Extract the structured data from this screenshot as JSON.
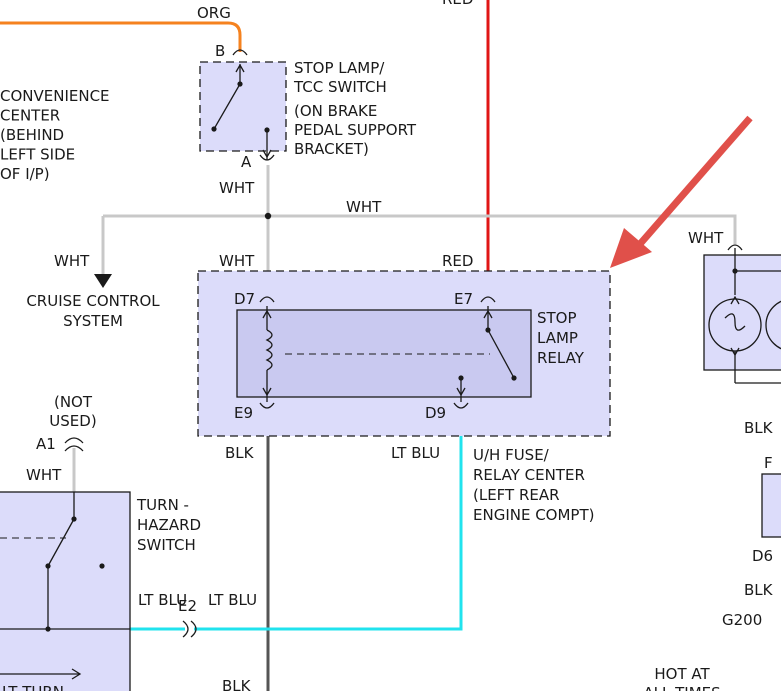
{
  "colors": {
    "org": "#f5821f",
    "red": "#e01616",
    "wht": "#c8c8c8",
    "ltblu": "#21e3ee",
    "blk": "#555555",
    "arrow": "#e0504a",
    "component_fill": "#dcdcfa"
  },
  "wires": {
    "org": "ORG",
    "red_top": "RED",
    "wht_switch": "WHT",
    "wht_right": "WHT",
    "wht_cruise": "WHT",
    "wht_relay": "WHT",
    "red_relay": "RED",
    "blk_relay": "BLK",
    "ltblu_relay": "LT BLU",
    "wht_a1": "WHT",
    "ltblu_left": "LT BLU",
    "ltblu_right": "LT BLU",
    "blk_bottom": "BLK",
    "wht_far_right": "WHT",
    "blk_far_right_1": "BLK",
    "blk_far_right_2": "BLK"
  },
  "components": {
    "convenience_center": [
      "CONVENIENCE",
      "CENTER",
      "(BEHIND",
      "LEFT SIDE",
      "OF I/P)"
    ],
    "stop_lamp_switch": [
      "STOP LAMP/",
      "TCC SWITCH",
      "(ON BRAKE",
      "PEDAL SUPPORT",
      "BRACKET)"
    ],
    "cruise_control": [
      "CRUISE CONTROL",
      "SYSTEM"
    ],
    "stop_lamp_relay": [
      "STOP",
      "LAMP",
      "RELAY"
    ],
    "fuse_relay_center": [
      "U/H FUSE/",
      "RELAY CENTER",
      "(LEFT REAR",
      "ENGINE COMPT)"
    ],
    "not_used": [
      "(NOT",
      "USED)"
    ],
    "turn_hazard_switch": [
      "TURN -",
      "HAZARD",
      "SWITCH"
    ],
    "hot_at_all_times": [
      "HOT AT",
      "ALL TIMES"
    ],
    "lt_turn": "LT TURN"
  },
  "pins": {
    "b": "B",
    "a": "A",
    "d7": "D7",
    "e7": "E7",
    "e9": "E9",
    "d9": "D9",
    "a1": "A1",
    "e2": "E2",
    "f": "F",
    "d6": "D6",
    "g200": "G200"
  }
}
